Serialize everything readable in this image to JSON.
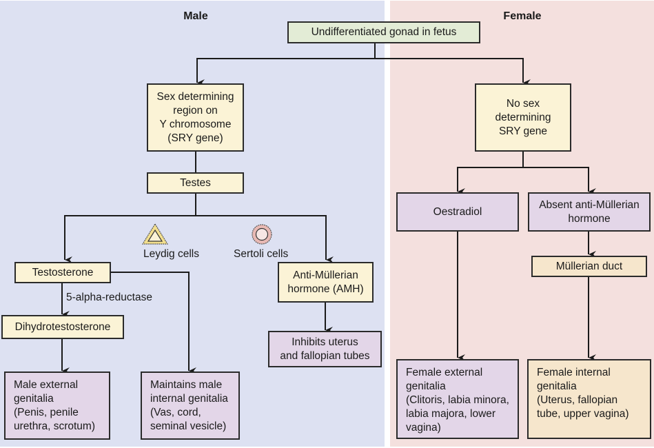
{
  "panels": {
    "male": {
      "title": "Male",
      "background": "#dde1f2"
    },
    "female": {
      "title": "Female",
      "background": "#f4e0de"
    }
  },
  "nodes": {
    "root": "Undifferentiated gonad in fetus",
    "sry": "Sex determining\nregion on\nY chromosome\n(SRY gene)",
    "testes": "Testes",
    "testosterone": "Testosterone",
    "dht": "Dihydrotestosterone",
    "amh": "Anti-Müllerian\nhormone (AMH)",
    "inhibits": "Inhibits uterus\nand fallopian tubes",
    "male_external": "Male external\ngenitalia\n(Penis, penile\nurethra, scrotum)",
    "male_internal": "Maintains male\ninternal genitalia\n(Vas, cord,\nseminal vesicle)",
    "no_sry": "No sex\ndetermining\nSRY gene",
    "oestradiol": "Oestradiol",
    "absent_amh": "Absent anti-Müllerian\nhormone",
    "mullerian_duct": "Müllerian duct",
    "female_external": "Female external\ngenitalia\n(Clitoris, labia minora,\nlabia majora, lower\nvagina)",
    "female_internal": "Female internal\ngenitalia\n(Uterus, fallopian\ntube, upper vagina)"
  },
  "labels": {
    "leydig": "Leydig cells",
    "sertoli": "Sertoli cells",
    "enzyme": "5-alpha-reductase"
  },
  "icons": {
    "leydig": "leydig-cell-triangle-icon",
    "sertoli": "sertoli-cell-ring-icon"
  },
  "colors": {
    "root_fill": "#e3ecd6",
    "step_fill": "#fbf3d6",
    "outcome_fill": "#e3d6e8",
    "female_internal_fill": "#f6e6cc",
    "line": "#1a1a1a"
  }
}
